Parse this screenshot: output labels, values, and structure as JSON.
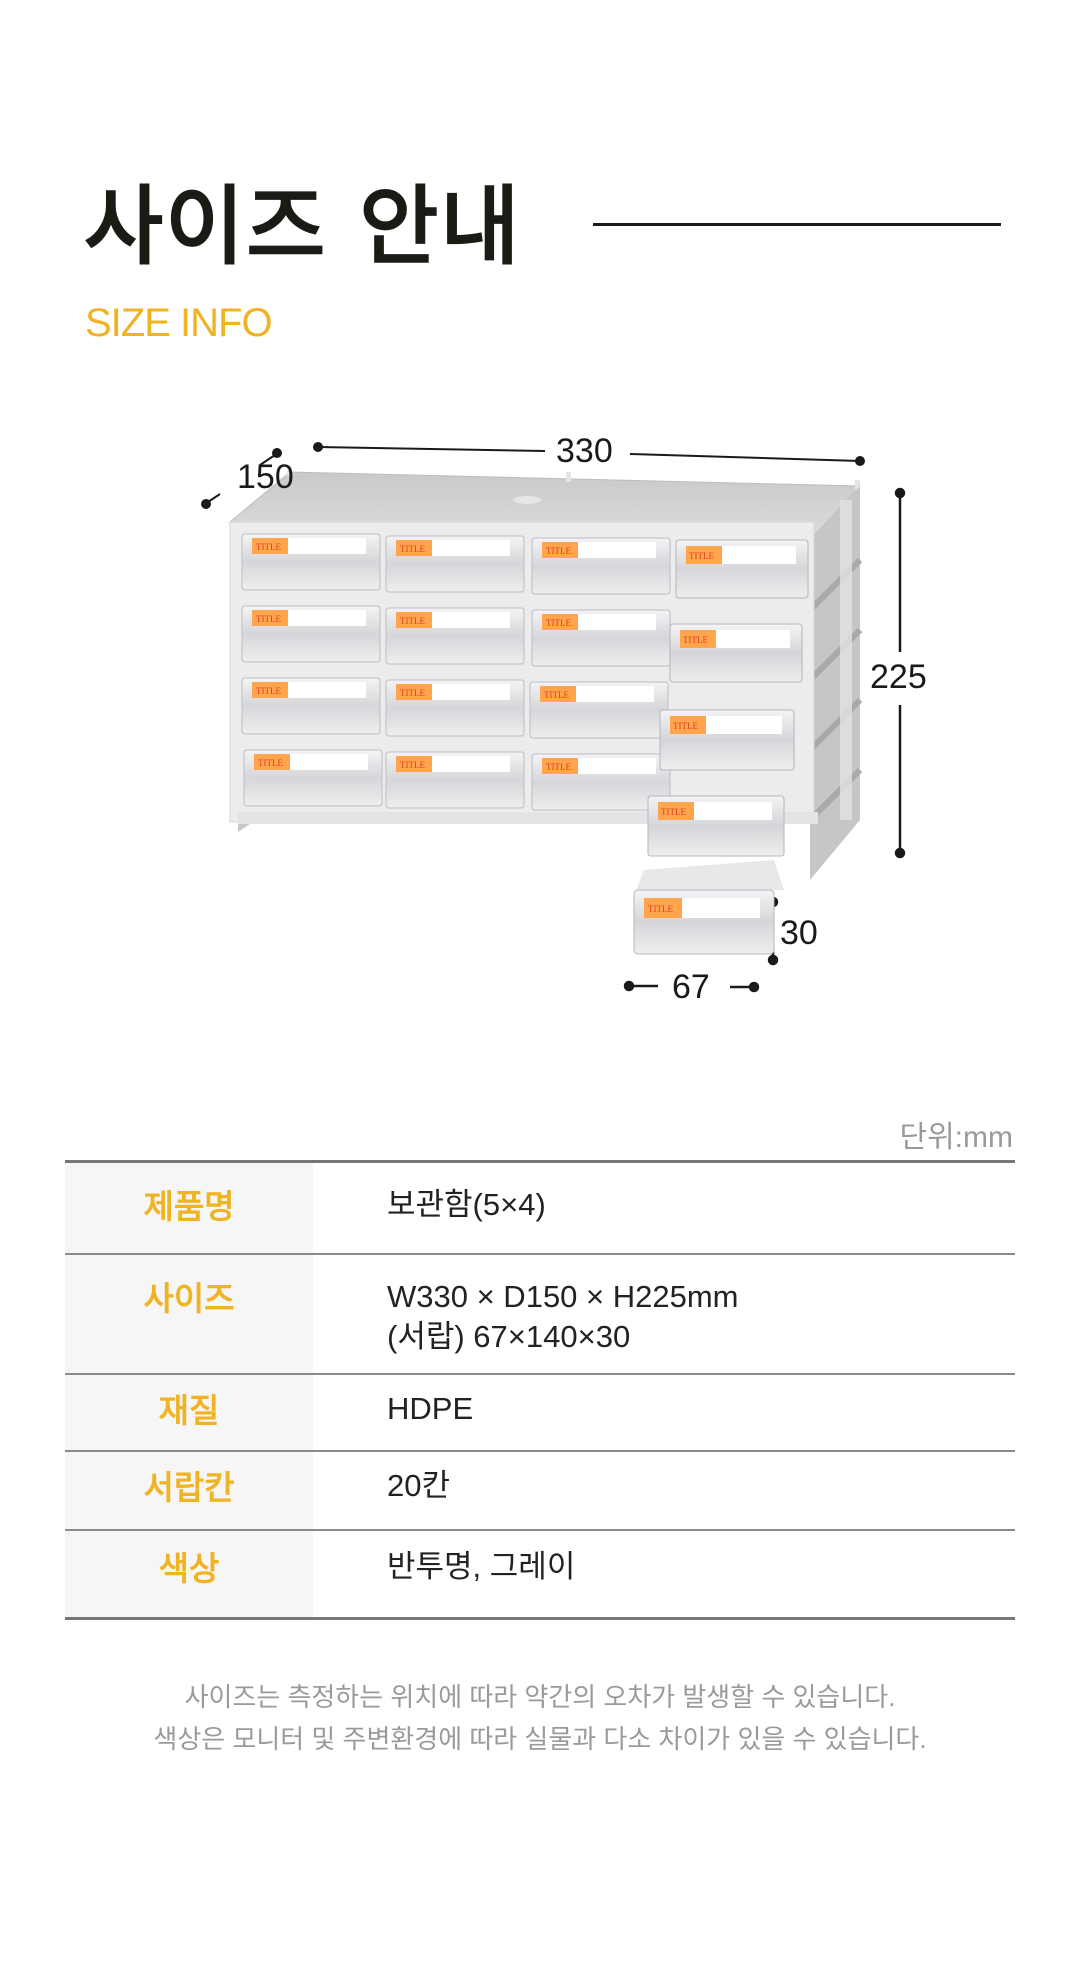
{
  "header": {
    "title": "사이즈 안내",
    "subtitle": "SIZE INFO"
  },
  "illustration": {
    "product": "storage cabinet 5x4 drawers",
    "drawer_label_text": "TITLE",
    "dimensions": {
      "width": "330",
      "depth": "150",
      "height": "225",
      "drawer_height": "30",
      "drawer_width": "67"
    }
  },
  "unit_note": "단위:mm",
  "spec_table": {
    "rows": [
      {
        "label": "제품명",
        "values": [
          "보관함(5×4)"
        ]
      },
      {
        "label": "사이즈",
        "values": [
          "W330 × D150 × H225mm",
          "(서랍) 67×140×30"
        ]
      },
      {
        "label": "재질",
        "values": [
          "HDPE"
        ]
      },
      {
        "label": "서랍칸",
        "values": [
          "20칸"
        ]
      },
      {
        "label": "색상",
        "values": [
          "반투명, 그레이"
        ]
      }
    ]
  },
  "footnotes": [
    "사이즈는 측정하는 위치에 따라 약간의 오차가 발생할 수 있습니다.",
    "색상은 모니터 및 주변환경에 따라 실물과 다소 차이가 있을 수 있습니다."
  ],
  "colors": {
    "accent": "#f0b323",
    "title": "#1c1a15",
    "muted_text": "#9a9a9a",
    "label_bg": "#f6f6f6",
    "table_border": "#777777",
    "drawer_tag": "#ffa64d",
    "drawer_tag_text": "#e03a2a"
  }
}
